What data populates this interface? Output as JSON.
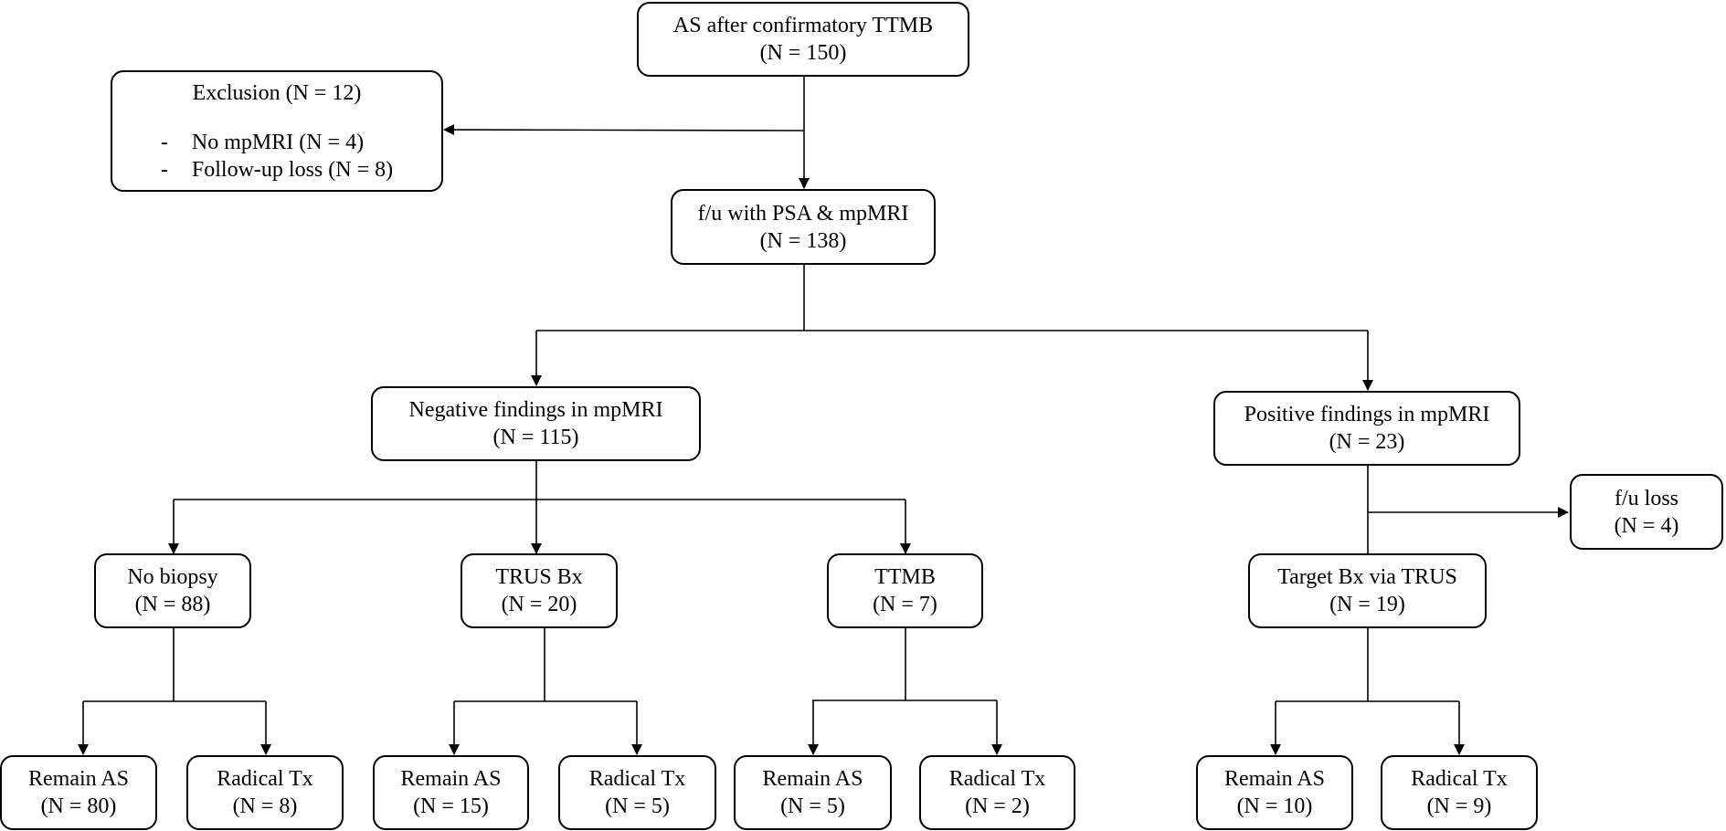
{
  "root": {
    "title": "AS after confirmatory TTMB",
    "count": "(N = 150)"
  },
  "exclusion": {
    "title": "Exclusion (N = 12)",
    "items": [
      {
        "dash": "-",
        "text": "No mpMRI (N = 4)"
      },
      {
        "dash": "-",
        "text": "Follow-up loss (N = 8)"
      }
    ]
  },
  "followup": {
    "title": "f/u with PSA & mpMRI",
    "count": "(N = 138)"
  },
  "negative": {
    "title": "Negative findings in mpMRI",
    "count": "(N = 115)"
  },
  "positive": {
    "title": "Positive findings in mpMRI",
    "count": "(N = 23)"
  },
  "fu_loss": {
    "title": "f/u loss",
    "count": "(N = 4)"
  },
  "no_biopsy": {
    "title": "No biopsy",
    "count": "(N = 88)"
  },
  "trus_bx": {
    "title": "TRUS Bx",
    "count": "(N = 20)"
  },
  "ttmb": {
    "title": "TTMB",
    "count": "(N = 7)"
  },
  "target_bx": {
    "title": "Target Bx via TRUS",
    "count": "(N = 19)"
  },
  "outcomes": {
    "no_biopsy_remain": {
      "title": "Remain AS",
      "count": "(N = 80)"
    },
    "no_biopsy_radical": {
      "title": "Radical Tx",
      "count": "(N = 8)"
    },
    "trus_remain": {
      "title": "Remain AS",
      "count": "(N = 15)"
    },
    "trus_radical": {
      "title": "Radical Tx",
      "count": "(N = 5)"
    },
    "ttmb_remain": {
      "title": "Remain AS",
      "count": "(N = 5)"
    },
    "ttmb_radical": {
      "title": "Radical Tx",
      "count": "(N = 2)"
    },
    "target_remain": {
      "title": "Remain AS",
      "count": "(N = 10)"
    },
    "target_radical": {
      "title": "Radical Tx",
      "count": "(N = 9)"
    }
  }
}
